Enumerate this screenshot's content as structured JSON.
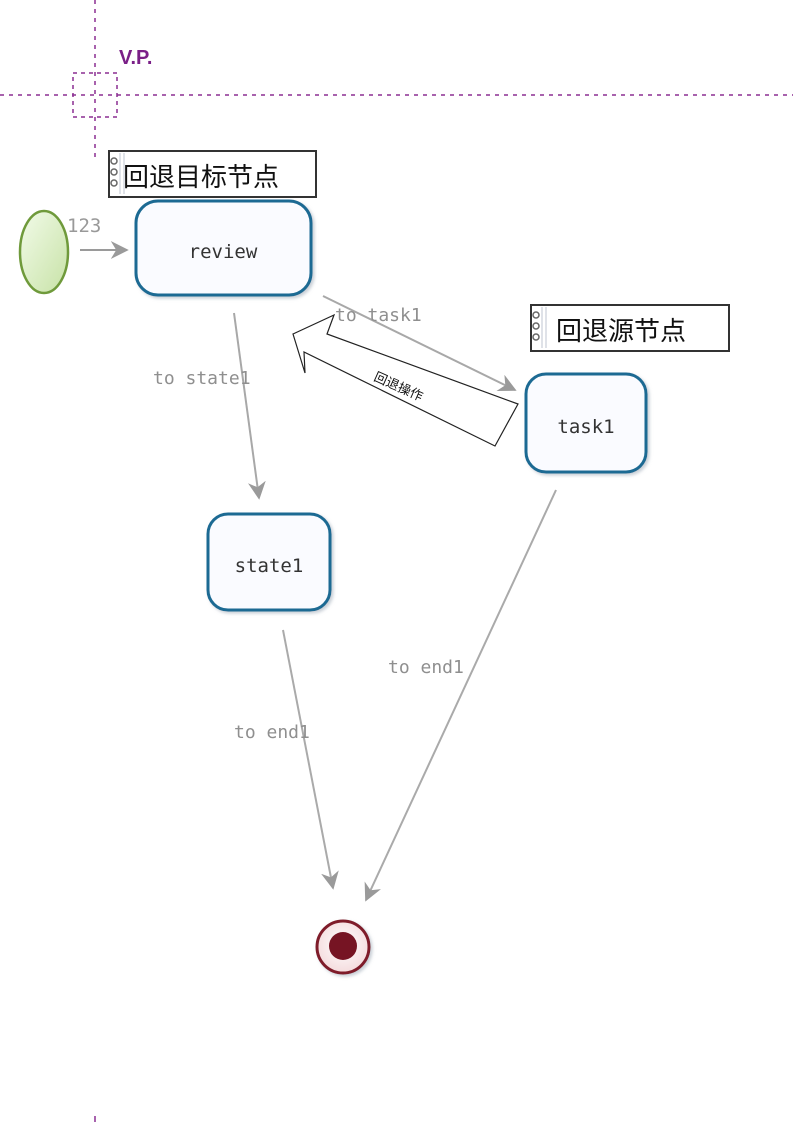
{
  "header": {
    "logo_text": "V.P."
  },
  "colors": {
    "guide_line": "#8b2f92",
    "node_border": "#1f6b93",
    "node_fill": "#f8f8ff",
    "start_fill": "#d7ecc1",
    "start_border": "#6f9a3b",
    "end_outer": "#7f1f2c",
    "end_inner": "#761423",
    "edge": "#999999",
    "edge_label": "#8a8a8a"
  },
  "diagram": {
    "start": {
      "label": "123"
    },
    "nodes": {
      "review": "review",
      "task1": "task1",
      "state1": "state1"
    },
    "notes": {
      "target": "回退目标节点",
      "source": "回退源节点"
    },
    "edges": {
      "to_task1": "to task1",
      "to_state1": "to state1",
      "task1_to_end1": "to end1",
      "state1_to_end1": "to end1"
    },
    "callout": {
      "label": "回退操作"
    }
  }
}
